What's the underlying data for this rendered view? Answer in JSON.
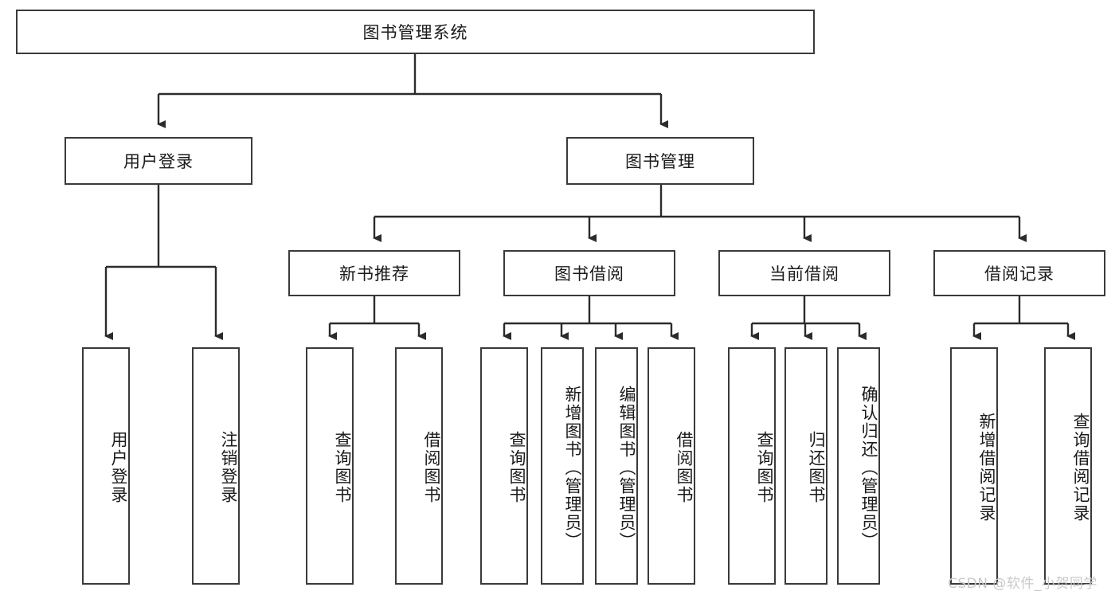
{
  "diagram": {
    "type": "tree-hierarchy",
    "title": "图书管理系统",
    "watermark": "CSDN @软件_小贺同学",
    "colors": {
      "box_border": "#3a3a3a",
      "box_fill": "#ffffff",
      "connector": "#2b2b2b",
      "text": "#1a1a1a",
      "watermark": "#c9c9c9",
      "background": "#ffffff"
    },
    "root": {
      "label": "图书管理系统"
    },
    "level2": [
      {
        "label": "用户登录"
      },
      {
        "label": "图书管理"
      }
    ],
    "level3": [
      {
        "label": "新书推荐"
      },
      {
        "label": "图书借阅"
      },
      {
        "label": "当前借阅"
      },
      {
        "label": "借阅记录"
      }
    ],
    "leaves": {
      "user_login": [
        {
          "label": "用户登录"
        },
        {
          "label": "注销登录"
        }
      ],
      "new_book_recommend": [
        {
          "label": "查询图书"
        },
        {
          "label": "借阅图书"
        }
      ],
      "book_borrow": [
        {
          "label": "查询图书"
        },
        {
          "label": "新增图书（管理员）"
        },
        {
          "label": "编辑图书（管理员）"
        },
        {
          "label": "借阅图书"
        }
      ],
      "current_borrow": [
        {
          "label": "查询图书"
        },
        {
          "label": "归还图书"
        },
        {
          "label": "确认归还（管理员）"
        }
      ],
      "borrow_record": [
        {
          "label": "新增借阅记录"
        },
        {
          "label": "查询借阅记录"
        }
      ]
    }
  }
}
